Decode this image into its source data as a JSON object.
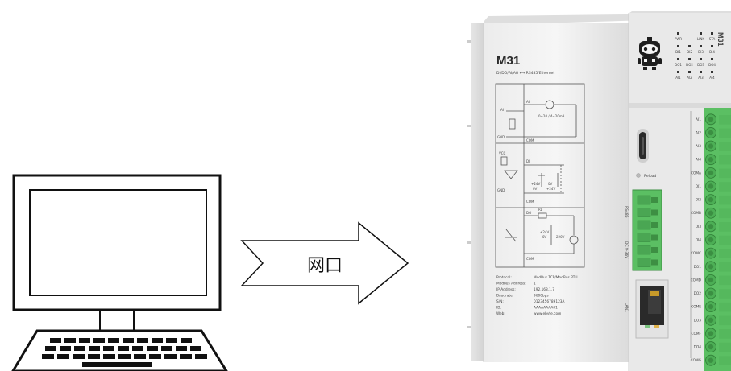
{
  "arrow": {
    "label": "网口"
  },
  "device": {
    "model": "M31",
    "subtitle": "DI/DO/AI/AO ⟷ RS485/Ethernet",
    "brand_vertical": "M31",
    "status_leds": [
      "PWR",
      "LINK",
      "STA",
      "DI1",
      "DI2",
      "DI3",
      "DI4",
      "DO1",
      "DO2",
      "DO3",
      "DO4",
      "AI1",
      "AI2",
      "AI3",
      "AI4"
    ],
    "reload_label": "Reload",
    "rs485_label": "RS485",
    "dc_label": "DC 9-36V",
    "lan_label": "LAN1",
    "terminals": [
      "AI1",
      "AI2",
      "AI3",
      "AI4",
      "COMA",
      "DI1",
      "DI2",
      "COMB",
      "DI3",
      "DI4",
      "COMC",
      "DO1",
      "COMD",
      "DO2",
      "COME",
      "DO3",
      "COMF",
      "DO4",
      "COMG"
    ],
    "diagram": {
      "ai_label": "AI",
      "ai_range": "0~20 / 4~20mA",
      "com": "COM",
      "di": "DI",
      "vcc": "VCC",
      "gnd": "GND",
      "do": "DO",
      "rl": "RL",
      "v24": "+24V",
      "v0": "0V",
      "v220": "220V"
    },
    "specs": [
      {
        "label": "Protocol:",
        "value": "ModBus TCP/ModBus RTU"
      },
      {
        "label": "Modbus Address:",
        "value": "1"
      },
      {
        "label": "IP Address:",
        "value": "192.168.1.7"
      },
      {
        "label": "Baudrate:",
        "value": "9600bps"
      },
      {
        "label": "S/N:",
        "value": "0123456789123A"
      },
      {
        "label": "ID:",
        "value": "AAAAAAAA01"
      },
      {
        "label": "Web:",
        "value": "www.ebyte.com"
      }
    ]
  }
}
